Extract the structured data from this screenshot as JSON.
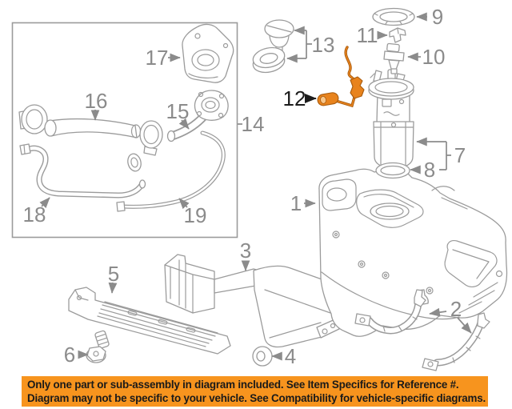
{
  "banner": {
    "line1": "Only one part or sub-assembly in diagram included. See Item Specifics for Reference #.",
    "line2": "Diagram may not be specific to your vehicle. See Compatibility for vehicle-specific diagrams."
  },
  "colors": {
    "background": "#FFFFFF",
    "line": "#9B9B9B",
    "label": "#8B8B8B",
    "label_highlight": "#1C1C1C",
    "banner_bg": "#F7941E",
    "banner_text": "#1A1A1A",
    "part_highlight": "#E8831D",
    "part_highlight_dark": "#A85B0E"
  },
  "labels": {
    "r1": "1",
    "r2": "2",
    "r3": "3",
    "r4": "4",
    "r5": "5",
    "r6": "6",
    "r7": "7",
    "r8": "8",
    "r9": "9",
    "r10": "10",
    "r11": "11",
    "r12": "12",
    "r13": "13",
    "r14": "14",
    "r15": "15",
    "r16": "16",
    "r17": "17",
    "r18": "18",
    "r19": "19"
  }
}
